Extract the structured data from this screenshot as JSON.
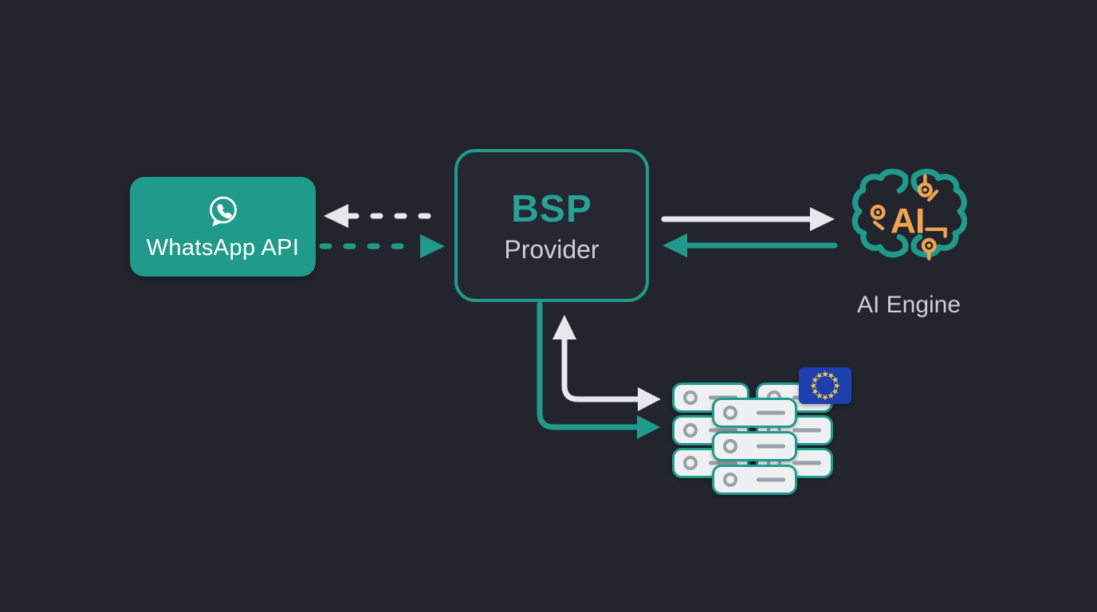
{
  "diagram": {
    "nodes": {
      "whatsapp": {
        "label": "WhatsApp API",
        "icon": "whatsapp-speech-bubble-phone-icon"
      },
      "bsp": {
        "title": "BSP",
        "subtitle": "Provider"
      },
      "ai": {
        "label": "AI Engine",
        "icon_text": "AI",
        "icon": "brain-circuit-icon"
      },
      "servers": {
        "icon": "server-stack-icon",
        "badge": "eu-flag-icon"
      }
    },
    "edges": [
      {
        "from": "bsp",
        "to": "whatsapp",
        "style": "dashed",
        "color": "light",
        "direction": "left"
      },
      {
        "from": "whatsapp",
        "to": "bsp",
        "style": "dashed",
        "color": "teal",
        "direction": "right"
      },
      {
        "from": "bsp",
        "to": "ai",
        "style": "solid",
        "color": "light",
        "direction": "right"
      },
      {
        "from": "ai",
        "to": "bsp",
        "style": "solid",
        "color": "teal",
        "direction": "left"
      },
      {
        "from": "servers",
        "to": "bsp",
        "style": "solid-elbow",
        "color": "light",
        "heads": [
          "up",
          "right"
        ]
      },
      {
        "from": "bsp",
        "to": "servers",
        "style": "solid-elbow",
        "color": "teal",
        "heads": [
          "right"
        ]
      }
    ]
  },
  "colors": {
    "background": "#22252d",
    "bsp_fill": "#252831",
    "teal": "#1f9a8b",
    "teal_text": "#2aa197",
    "light": "#e6e8eb",
    "text_light": "#cbd0d6",
    "orange": "#f0a350",
    "server_fill": "#eef0f2",
    "server_detail": "#99a1a8",
    "eu_blue": "#1e3fae",
    "eu_gold": "#e5c94f"
  }
}
